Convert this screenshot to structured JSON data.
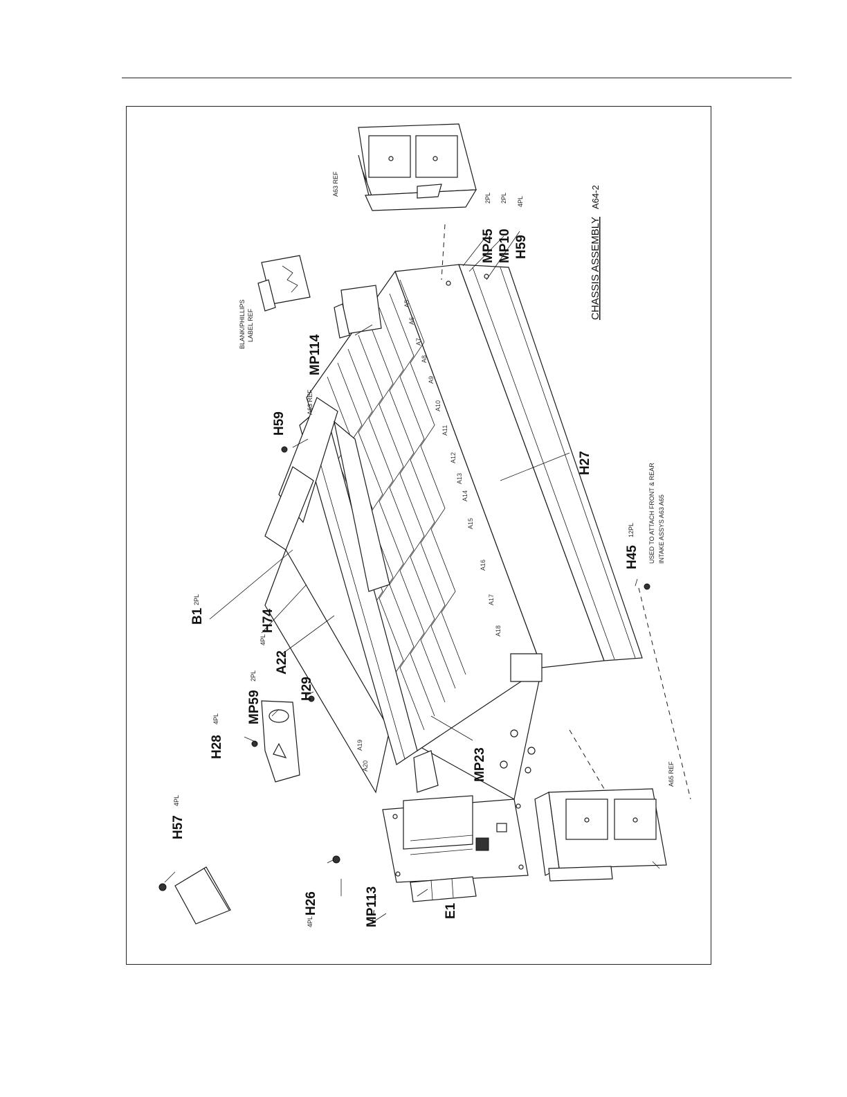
{
  "figure": {
    "title": "CHASSIS ASSEMBLY",
    "number": "A64-2"
  },
  "callouts": {
    "MP45": {
      "label": "MP45",
      "qty": "2PL"
    },
    "MP10": {
      "label": "MP10",
      "qty": "2PL"
    },
    "H59_right": {
      "label": "H59",
      "qty": "4PL"
    },
    "MP114": {
      "label": "MP114"
    },
    "H59": {
      "label": "H59"
    },
    "H27": {
      "label": "H27"
    },
    "H45": {
      "label": "H45",
      "qty": "12PL"
    },
    "B1": {
      "label": "B1",
      "qty": "2PL"
    },
    "H74": {
      "label": "H74",
      "qty": "4PL"
    },
    "A22": {
      "label": "A22"
    },
    "H29": {
      "label": "H29"
    },
    "MP59": {
      "label": "MP59",
      "qty": "2PL"
    },
    "H28": {
      "label": "H28",
      "qty": "4PL"
    },
    "MP23": {
      "label": "MP23"
    },
    "H57": {
      "label": "H57",
      "qty": "4PL"
    },
    "H26": {
      "label": "H26",
      "qty": "4PL"
    },
    "MP113": {
      "label": "MP113"
    },
    "E1": {
      "label": "E1"
    }
  },
  "notes": {
    "a63_ref": "A63 REF",
    "a63_ref_top": "A63 REF",
    "a65_ref": "A65 REF",
    "blank_label_1": "BLANK/PHILLIPS",
    "blank_label_2": "LABEL  REF",
    "h45_note_1": "USED TO ATTACH  FRONT & REAR",
    "h45_note_2": "INTAKE  ASSYS  A63  A65"
  },
  "slots": [
    "A5",
    "A6",
    "A7",
    "A8",
    "A9",
    "A10",
    "A11",
    "A12",
    "A13",
    "A14",
    "A15",
    "A16",
    "A17",
    "A18",
    "A19",
    "A20"
  ]
}
